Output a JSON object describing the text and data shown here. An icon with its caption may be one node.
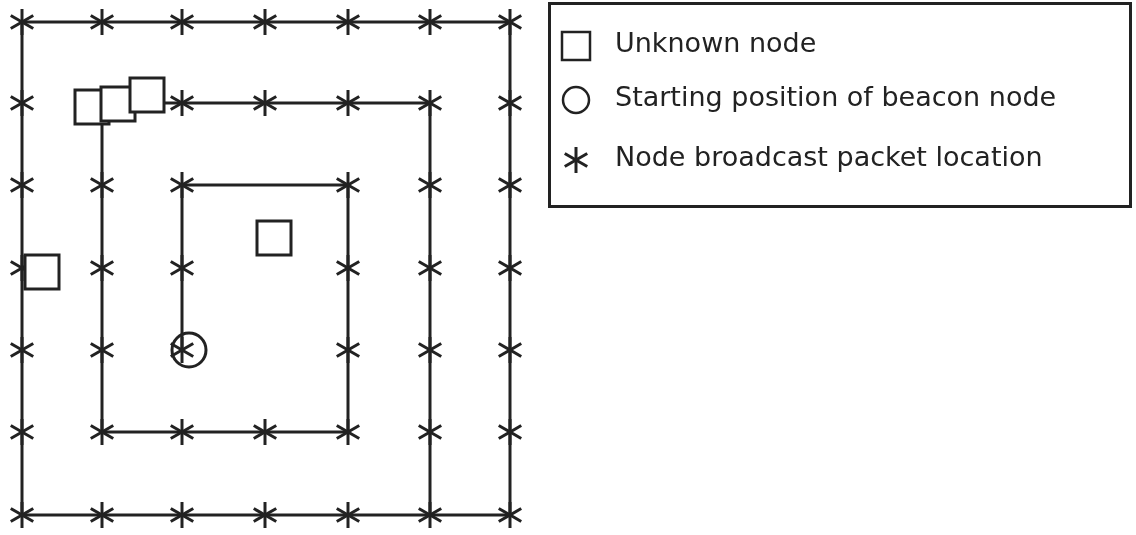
{
  "diagram": {
    "legend": [
      {
        "text": "Unknown node"
      },
      {
        "text": "Starting position of beacon node"
      },
      {
        "text": "Node broadcast packet location"
      }
    ]
  }
}
